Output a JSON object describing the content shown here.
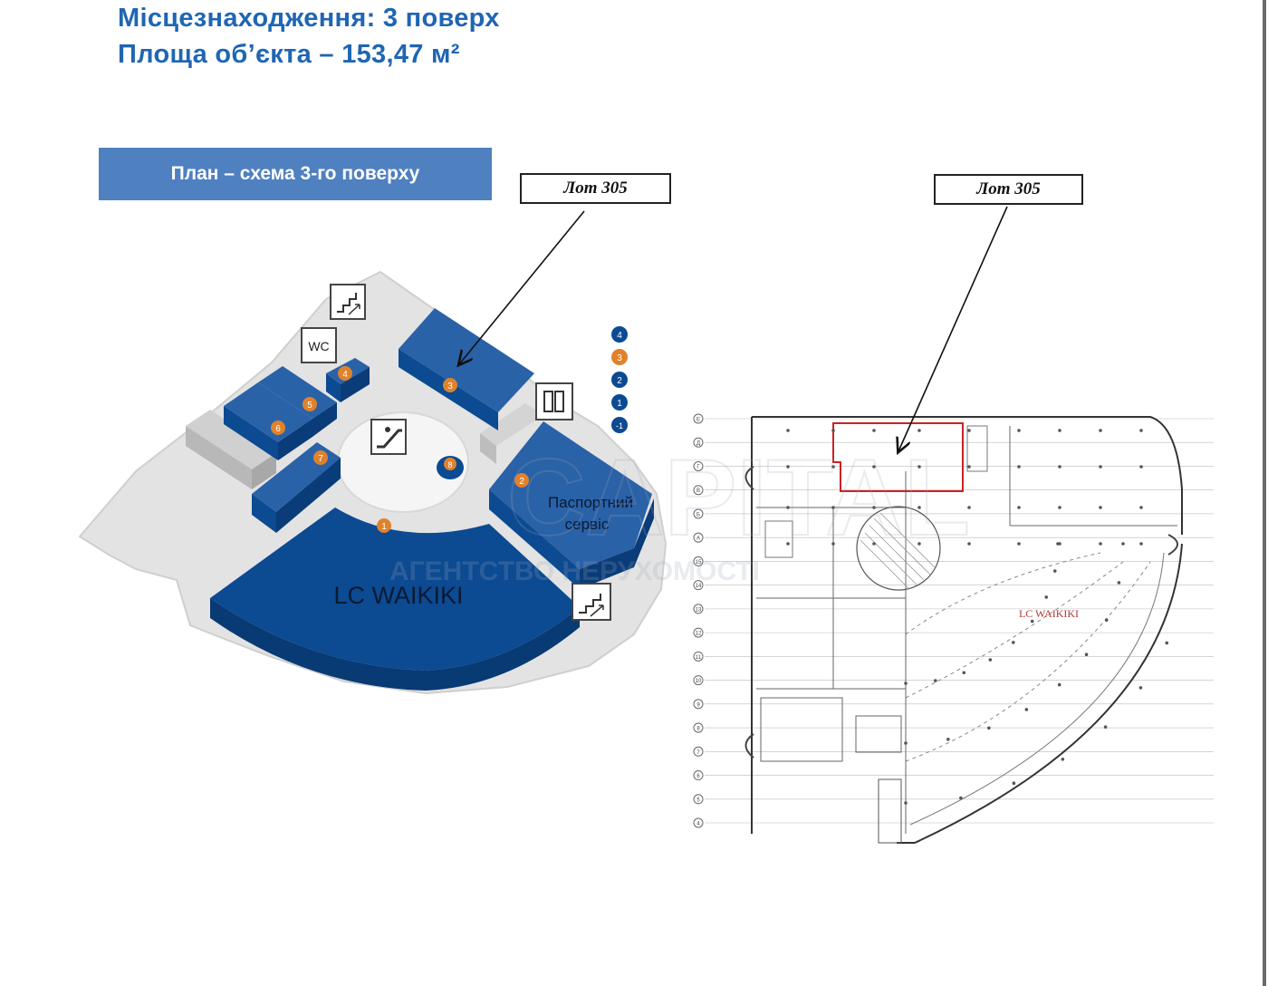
{
  "header": {
    "location": "Місцезнаходження: 3 поверх",
    "area": "Площа об’єкта – 153,47 м²"
  },
  "plan_title": "План – схема 3-го поверху",
  "callouts": {
    "left_lot": "Лот 305",
    "right_lot": "Лот 305"
  },
  "schematic": {
    "anchor_store": "LC WAIKIKI",
    "passport_line1": "Паспортний",
    "passport_line2": "сервіс",
    "wc_label": "WC",
    "unit_numbers": [
      "1",
      "2",
      "3",
      "4",
      "5",
      "6",
      "7",
      "8"
    ],
    "floor_legend": [
      "4",
      "3",
      "2",
      "1",
      "-1"
    ],
    "active_floor": "3"
  },
  "floorplan": {
    "anchor_store": "LC WAIKIKI",
    "row_markers": [
      "Е",
      "Д",
      "Г",
      "В",
      "Б",
      "А",
      "15",
      "14",
      "13",
      "12",
      "11",
      "10",
      "9",
      "8",
      "7",
      "6",
      "5",
      "4"
    ]
  },
  "watermark": {
    "brand": "CAPITAL",
    "line1": "АГЕНТСТВО НЕРУХОМОСТІ"
  },
  "colors": {
    "header_text": "#1f66b3",
    "title_band": "#4f80c0",
    "store_blue": "#0c4a92",
    "unit_orange": "#e0822c",
    "lot_highlight": "#cc2222"
  }
}
